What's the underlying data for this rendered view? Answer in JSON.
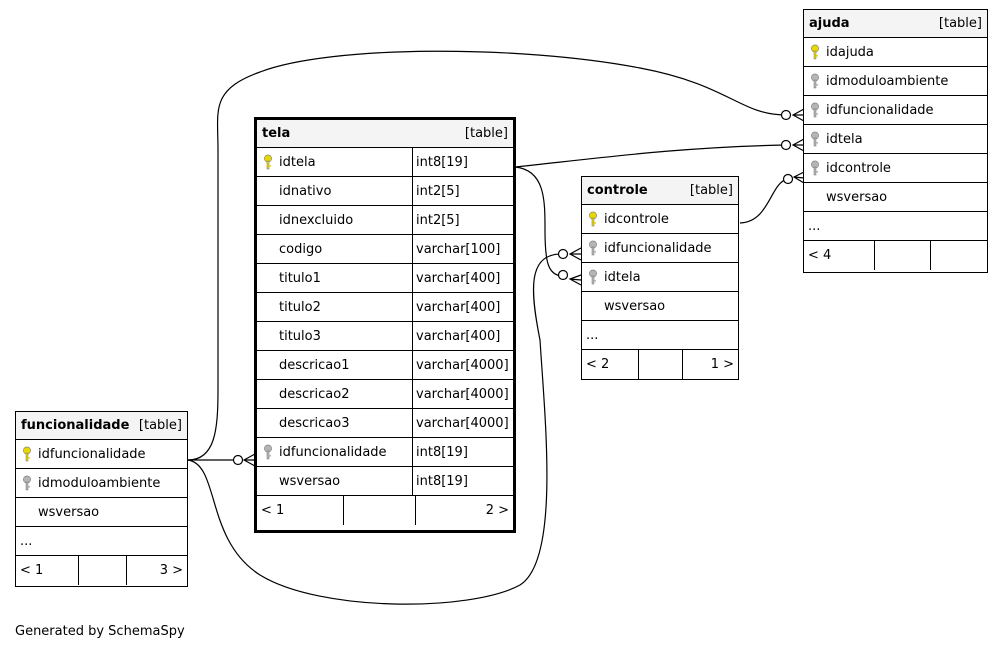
{
  "footer": "Generated by SchemaSpy",
  "tables": {
    "tela": {
      "name": "tela",
      "kind": "[table]",
      "columns": [
        {
          "name": "idtela",
          "type": "int8[19]",
          "key": "primary"
        },
        {
          "name": "idnativo",
          "type": "int2[5]",
          "key": "none"
        },
        {
          "name": "idnexcluido",
          "type": "int2[5]",
          "key": "none"
        },
        {
          "name": "codigo",
          "type": "varchar[100]",
          "key": "none"
        },
        {
          "name": "titulo1",
          "type": "varchar[400]",
          "key": "none"
        },
        {
          "name": "titulo2",
          "type": "varchar[400]",
          "key": "none"
        },
        {
          "name": "titulo3",
          "type": "varchar[400]",
          "key": "none"
        },
        {
          "name": "descricao1",
          "type": "varchar[4000]",
          "key": "none"
        },
        {
          "name": "descricao2",
          "type": "varchar[4000]",
          "key": "none"
        },
        {
          "name": "descricao3",
          "type": "varchar[4000]",
          "key": "none"
        },
        {
          "name": "idfuncionalidade",
          "type": "int8[19]",
          "key": "foreign"
        },
        {
          "name": "wsversao",
          "type": "int8[19]",
          "key": "none"
        }
      ],
      "nav": {
        "left": "< 1",
        "right": "2 >"
      }
    },
    "ajuda": {
      "name": "ajuda",
      "kind": "[table]",
      "columns": [
        {
          "name": "idajuda",
          "key": "primary"
        },
        {
          "name": "idmoduloambiente",
          "key": "foreign"
        },
        {
          "name": "idfuncionalidade",
          "key": "foreign"
        },
        {
          "name": "idtela",
          "key": "foreign"
        },
        {
          "name": "idcontrole",
          "key": "foreign"
        },
        {
          "name": "wsversao",
          "key": "none"
        }
      ],
      "more": "...",
      "nav": {
        "left": "< 4",
        "right": ""
      }
    },
    "controle": {
      "name": "controle",
      "kind": "[table]",
      "columns": [
        {
          "name": "idcontrole",
          "key": "primary"
        },
        {
          "name": "idfuncionalidade",
          "key": "foreign"
        },
        {
          "name": "idtela",
          "key": "foreign"
        },
        {
          "name": "wsversao",
          "key": "none"
        }
      ],
      "more": "...",
      "nav": {
        "left": "< 2",
        "right": "1 >"
      }
    },
    "funcionalidade": {
      "name": "funcionalidade",
      "kind": "[table]",
      "columns": [
        {
          "name": "idfuncionalidade",
          "key": "primary"
        },
        {
          "name": "idmoduloambiente",
          "key": "foreign"
        },
        {
          "name": "wsversao",
          "key": "none"
        }
      ],
      "more": "...",
      "nav": {
        "left": "< 1",
        "right": "3 >"
      }
    }
  },
  "colors": {
    "primary_key": "#e8d800",
    "foreign_key": "#b5b5b5",
    "header_bg": "#f4f4f4",
    "line": "#000000"
  }
}
